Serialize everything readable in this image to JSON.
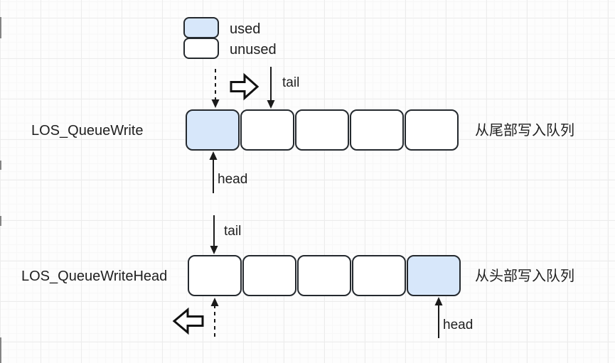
{
  "colors": {
    "used_fill": "#d7e7fa",
    "unused_fill": "#ffffff",
    "cell_border": "#24292e",
    "arrow_stroke": "#1a1a1a"
  },
  "legend": {
    "used_label": "used",
    "unused_label": "unused"
  },
  "icons": {
    "block_arrow_right": "block-arrow-right outline shape",
    "block_arrow_left": "block-arrow-left outline shape"
  },
  "queues": [
    {
      "name": "LOS_QueueWrite",
      "description": "从尾部写入队列",
      "cells": [
        "used",
        "unused",
        "unused",
        "unused",
        "unused"
      ],
      "tail_label": "tail",
      "head_label": "head"
    },
    {
      "name": "LOS_QueueWriteHead",
      "description": "从头部写入队列",
      "cells": [
        "unused",
        "unused",
        "unused",
        "unused",
        "used"
      ],
      "tail_label": "tail",
      "head_label": "head"
    }
  ]
}
